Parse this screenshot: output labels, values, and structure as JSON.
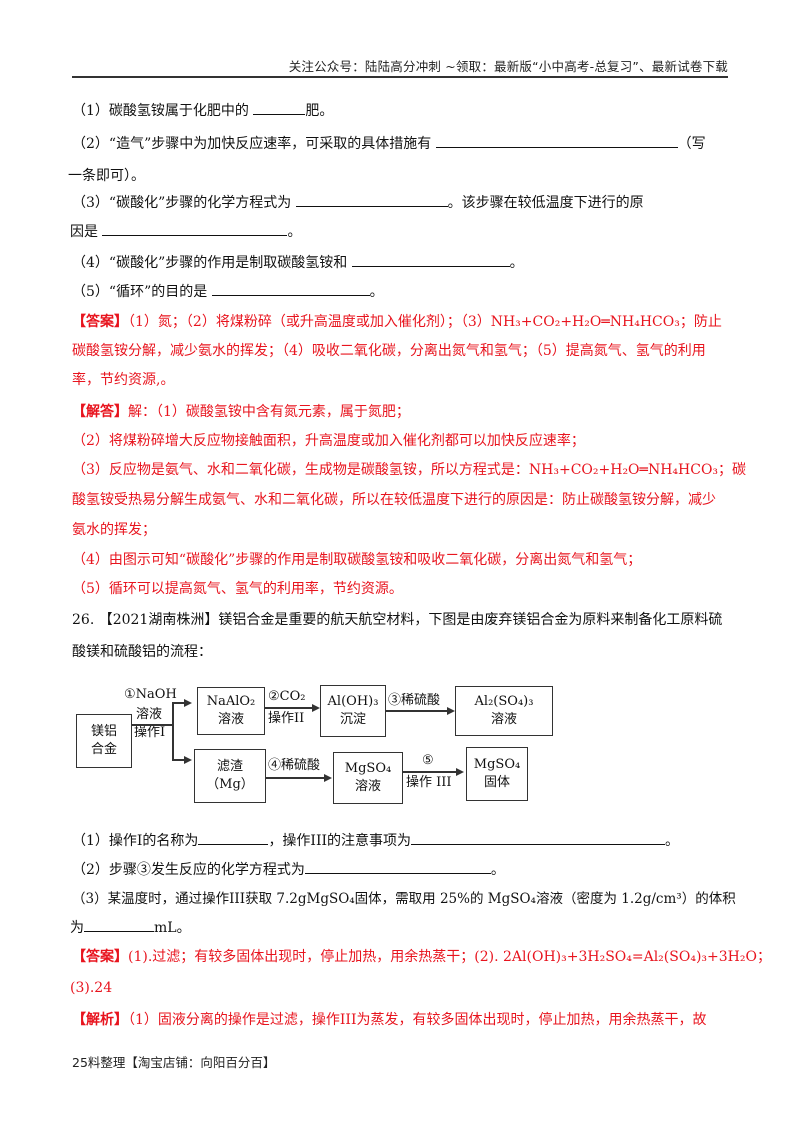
{
  "header": {
    "text": "关注公众号：陆陆高分冲刺  ~领取：最新版“小中高考-总复习”、最新试卷下载"
  },
  "q25": {
    "lines": [
      {
        "prefix": "（1）碳酸氢铵属于化肥中的 ",
        "suffix": "肥。"
      },
      {
        "prefix": "（2）“造气”步骤中为加快反应速率，可采取的具体措施有 ",
        "suffix": "（写"
      },
      {
        "text": "一条即可）。"
      },
      {
        "prefix": "（3）“碳酸化”步骤的化学方程式为 ",
        "suffix": "。该步骤在较低温度下进行的原"
      },
      {
        "prefix": "因是 ",
        "suffix": "。"
      },
      {
        "prefix": "（4）“碳酸化”步骤的作用是制取碳酸氢铵和 ",
        "suffix": "。"
      },
      {
        "prefix": "（5）“循环”的目的是 ",
        "suffix": "。"
      }
    ],
    "answer": {
      "tag": "【答案】",
      "line1": "（1）氮；（2）将煤粉碎（或升高温度或加入催化剂）；（3）NH₃+CO₂+H₂O═NH₄HCO₃；防止",
      "line2": "碳酸氢铵分解，减少氨水的挥发；（4）吸收二氧化碳，分离出氮气和氢气；（5）提高氮气、氢气的利用",
      "line3": "率，节约资源,。"
    },
    "solution": {
      "tag": "【解答】",
      "line1": "解：（1）碳酸氢铵中含有氮元素，属于氮肥；",
      "line2": "（2）将煤粉碎增大反应物接触面积，升高温度或加入催化剂都可以加快反应速率；",
      "line3": "（3）反应物是氨气、水和二氧化碳，生成物是碳酸氢铵，所以方程式是：NH₃+CO₂+H₂O═NH₄HCO₃；碳",
      "line4": "酸氢铵受热易分解生成氨气、水和二氧化碳，所以在较低温度下进行的原因是：防止碳酸氢铵分解，减少",
      "line5": "氨水的挥发；",
      "line6": "（4）由图示可知“碳酸化”步骤的作用是制取碳酸氢铵和吸收二氧化碳，分离出氮气和氢气；",
      "line7": "（5）循环可以提高氮气、氢气的利用率，节约资源。"
    }
  },
  "q26": {
    "intro_line1": "26. 【2021湖南株洲】镁铝合金是重要的航天航空材料，下图是由废弃镁铝合金为原料来制备化工原料硫",
    "intro_line2": "酸镁和硫酸铝的流程：",
    "diagram": {
      "start": {
        "line1": "镁铝",
        "line2": "合金"
      },
      "step1_top": "①NaOH",
      "step1_mid": "溶液",
      "step1_bot": "操作I",
      "naalo2": {
        "line1": "NaAlO₂",
        "line2": "溶液"
      },
      "step2_top": "②CO₂",
      "step2_bot": "操作II",
      "aloh3": {
        "line1": "Al(OH)₃",
        "line2": "沉淀"
      },
      "step3": "③稀硫酸",
      "al2so43": {
        "line1": "Al₂(SO₄)₃",
        "line2": "溶液"
      },
      "residue": {
        "line1": "滤渣",
        "line2": "（Mg）"
      },
      "step4": "④稀硫酸",
      "mgso4_sol": {
        "line1": "MgSO₄",
        "line2": "溶液"
      },
      "step5_top": "⑤",
      "step5_bot": "操作 III",
      "mgso4_solid": {
        "line1": "MgSO₄",
        "line2": "固体"
      }
    },
    "questions": {
      "q1_a": "（1）操作I的名称为",
      "q1_b": "，操作III的注意事项为",
      "q1_c": "。",
      "q2_a": "（2）步骤③发生反应的化学方程式为",
      "q2_b": "。",
      "q3_line1": "（3）某温度时，通过操作III获取 7.2gMgSO₄固体，需取用 25%的 MgSO₄溶液（密度为 1.2g/cm³）的体积",
      "q3_a": "为",
      "q3_b": "mL。"
    },
    "answer": {
      "tag": "【答案】",
      "line1": "(1).过滤；有较多固体出现时，停止加热，用余热蒸干；(2). 2Al(OH)₃+3H₂SO₄=Al₂(SO₄)₃+3H₂O；",
      "line2": "(3).24"
    },
    "analysis": {
      "tag": "【解析】",
      "line1": "（1）固液分离的操作是过滤，操作III为蒸发，有较多固体出现时，停止加热，用余热蒸干，故"
    }
  },
  "footer": {
    "text": "25料整理【淘宝店铺：向阳百分百】"
  }
}
